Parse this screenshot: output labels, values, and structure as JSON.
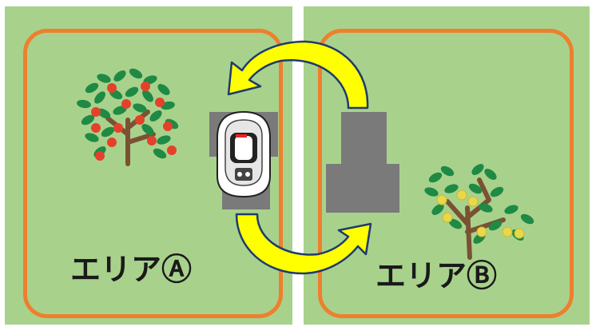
{
  "areas": [
    {
      "label": "エリアⒶ",
      "tree": "apple-tree"
    },
    {
      "label": "エリアⒷ",
      "tree": "citrus-tree"
    }
  ],
  "colors": {
    "background": "#a8d28c",
    "area_border": "#ee7f2e",
    "arrow_fill": "#ffff00",
    "arrow_stroke": "#1f3a6e",
    "station": "#7a7a7a",
    "apple": "#e4412c",
    "citrus": "#e8d84a",
    "leaf": "#1f8a44",
    "trunk": "#7a5233"
  },
  "icons": {
    "mower": "robot-mower-icon",
    "station": "charging-station-icon",
    "arrows": "curved-arrow-icon"
  }
}
